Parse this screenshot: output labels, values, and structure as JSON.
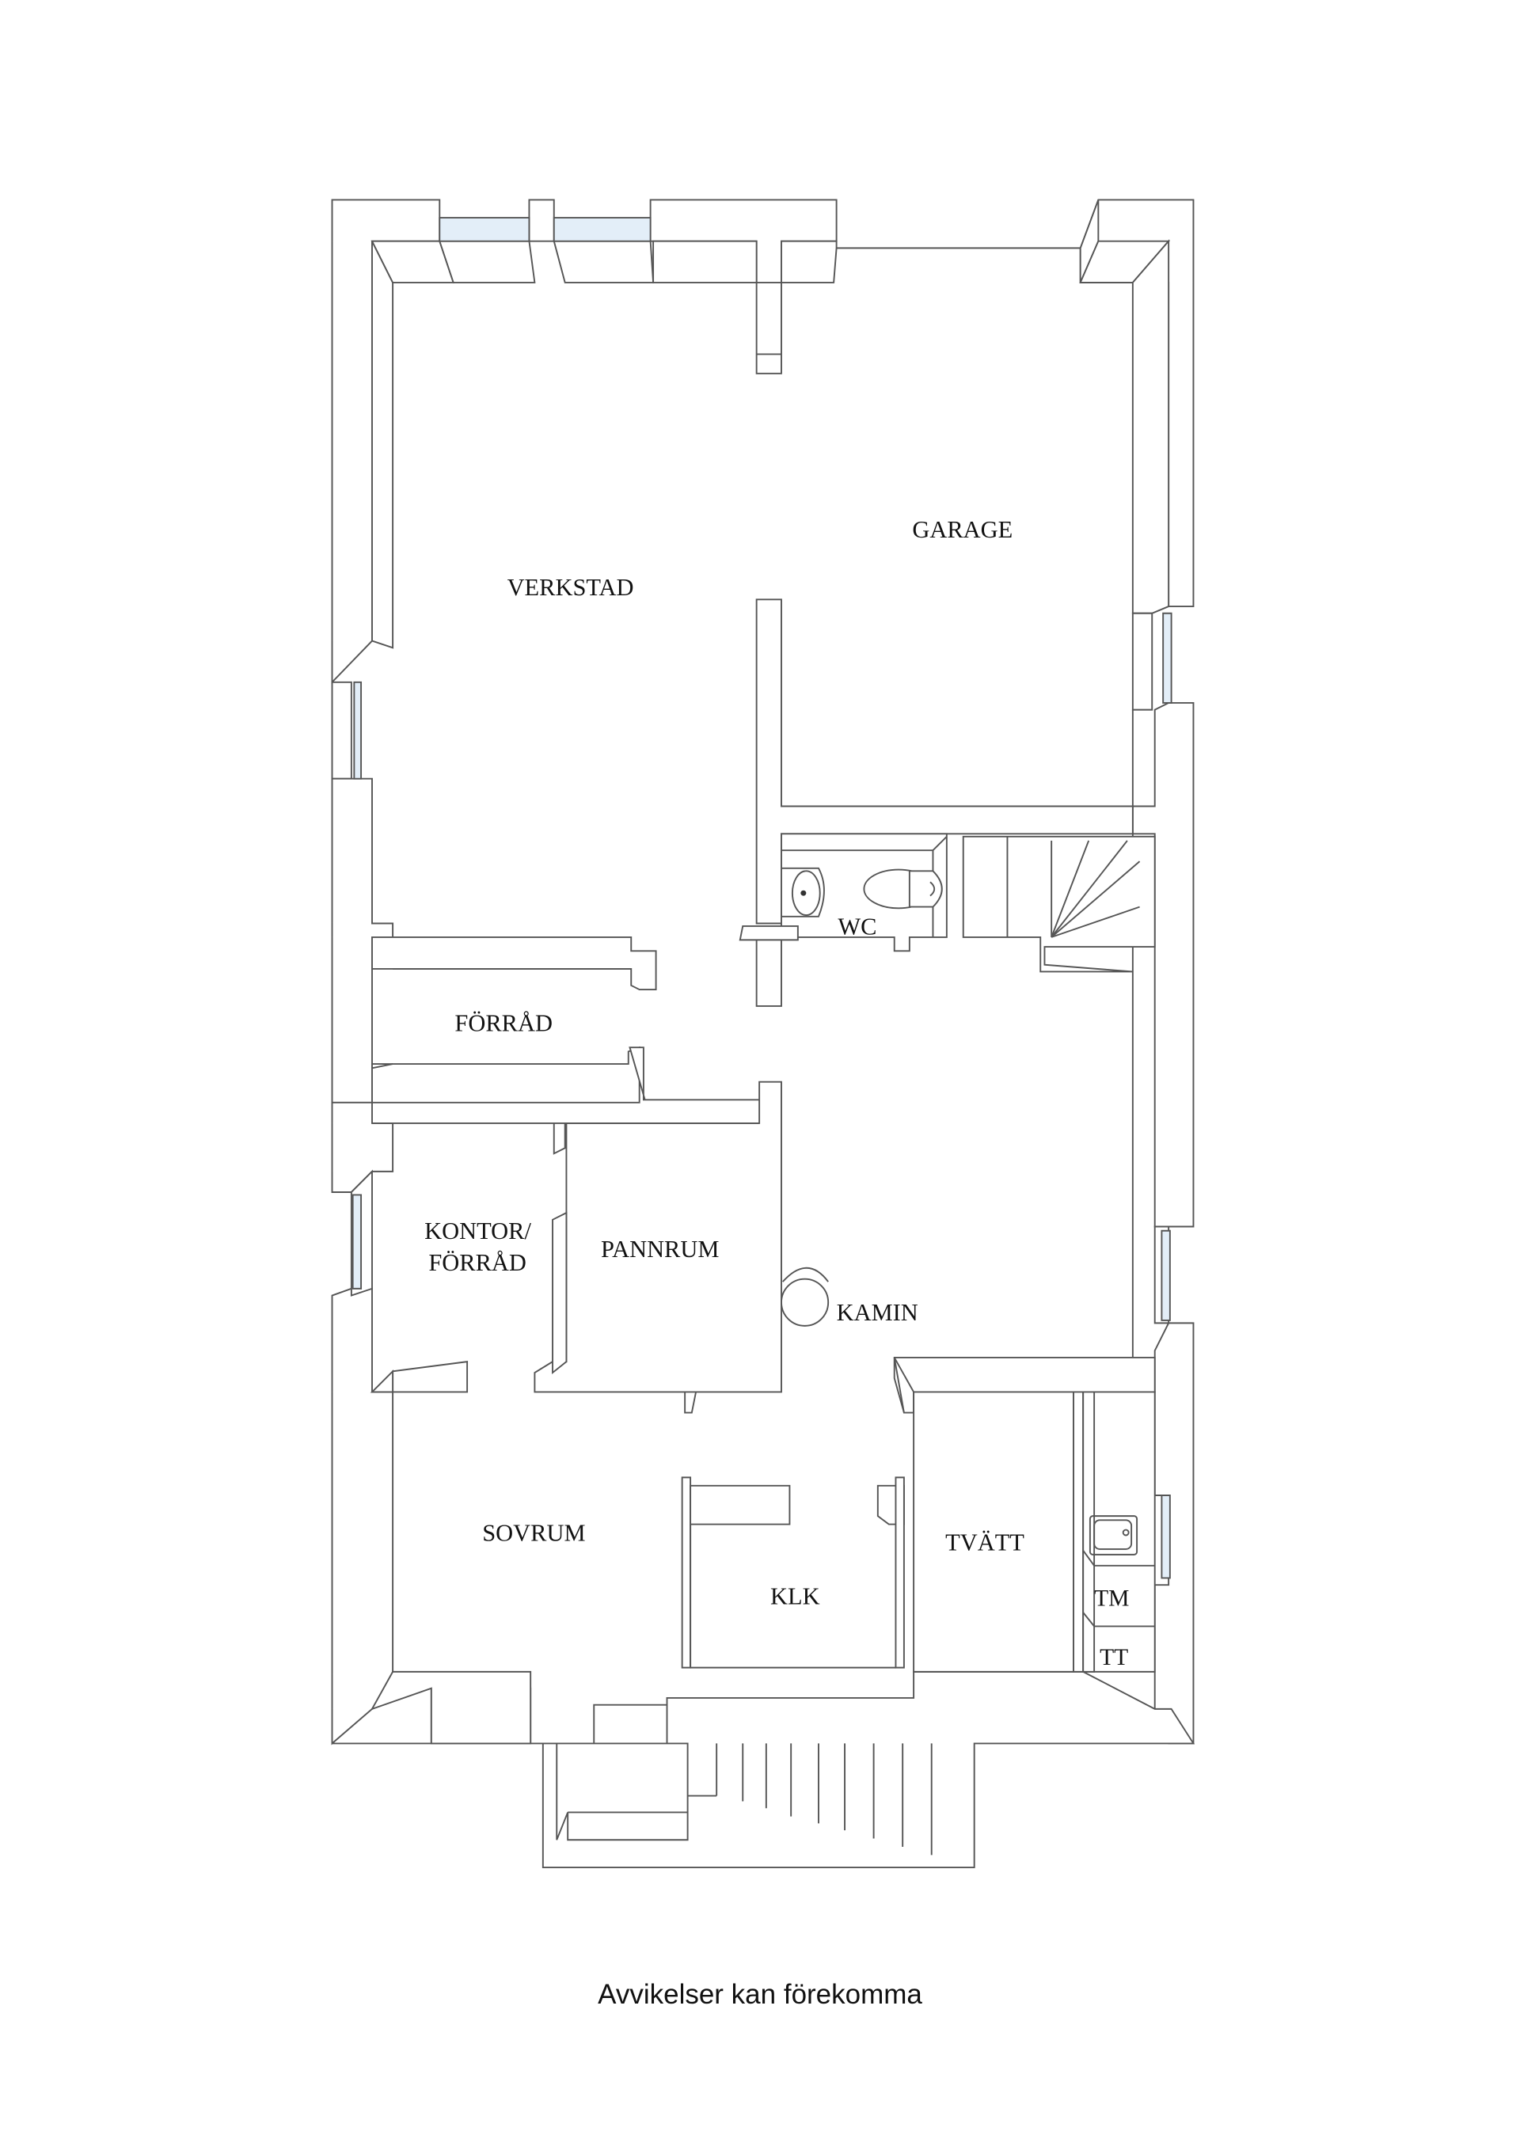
{
  "plan": {
    "rooms": {
      "verkstad": "VERKSTAD",
      "garage": "GARAGE",
      "wc": "WC",
      "forrad": "FÖRRÅD",
      "kontor_line1": "KONTOR/",
      "kontor_line2": "FÖRRÅD",
      "pannrum": "PANNRUM",
      "kamin": "KAMIN",
      "sovrum": "SOVRUM",
      "klk": "KLK",
      "tvatt": "TVÄTT",
      "tm": "TM",
      "tt": "TT"
    },
    "colors": {
      "wall_stroke": "#555555",
      "window_glass": "#e3eef8",
      "background": "#ffffff"
    }
  },
  "footer": {
    "disclaimer": "Avvikelser kan förekomma"
  }
}
